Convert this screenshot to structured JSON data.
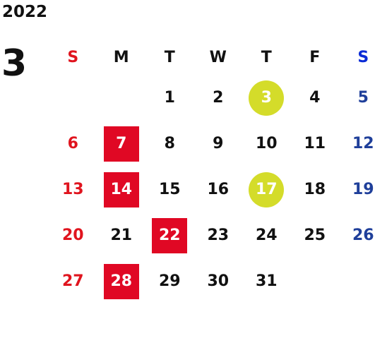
{
  "year": "2022",
  "month": "3",
  "weekdays": [
    "S",
    "M",
    "T",
    "W",
    "T",
    "F",
    "S"
  ],
  "colors": {
    "sunday": "#e0141e",
    "saturday": "#1f3f9a",
    "red_highlight": "#e00824",
    "yellow_highlight": "#d4dc2a"
  },
  "weeks": [
    [
      "",
      "",
      "1",
      "2",
      "3",
      "4",
      "5"
    ],
    [
      "6",
      "7",
      "8",
      "9",
      "10",
      "11",
      "12"
    ],
    [
      "13",
      "14",
      "15",
      "16",
      "17",
      "18",
      "19"
    ],
    [
      "20",
      "21",
      "22",
      "23",
      "24",
      "25",
      "26"
    ],
    [
      "27",
      "28",
      "29",
      "30",
      "31",
      "",
      ""
    ]
  ],
  "highlights": {
    "red": [
      "7",
      "14",
      "22",
      "28"
    ],
    "yellow": [
      "3",
      "17"
    ]
  }
}
